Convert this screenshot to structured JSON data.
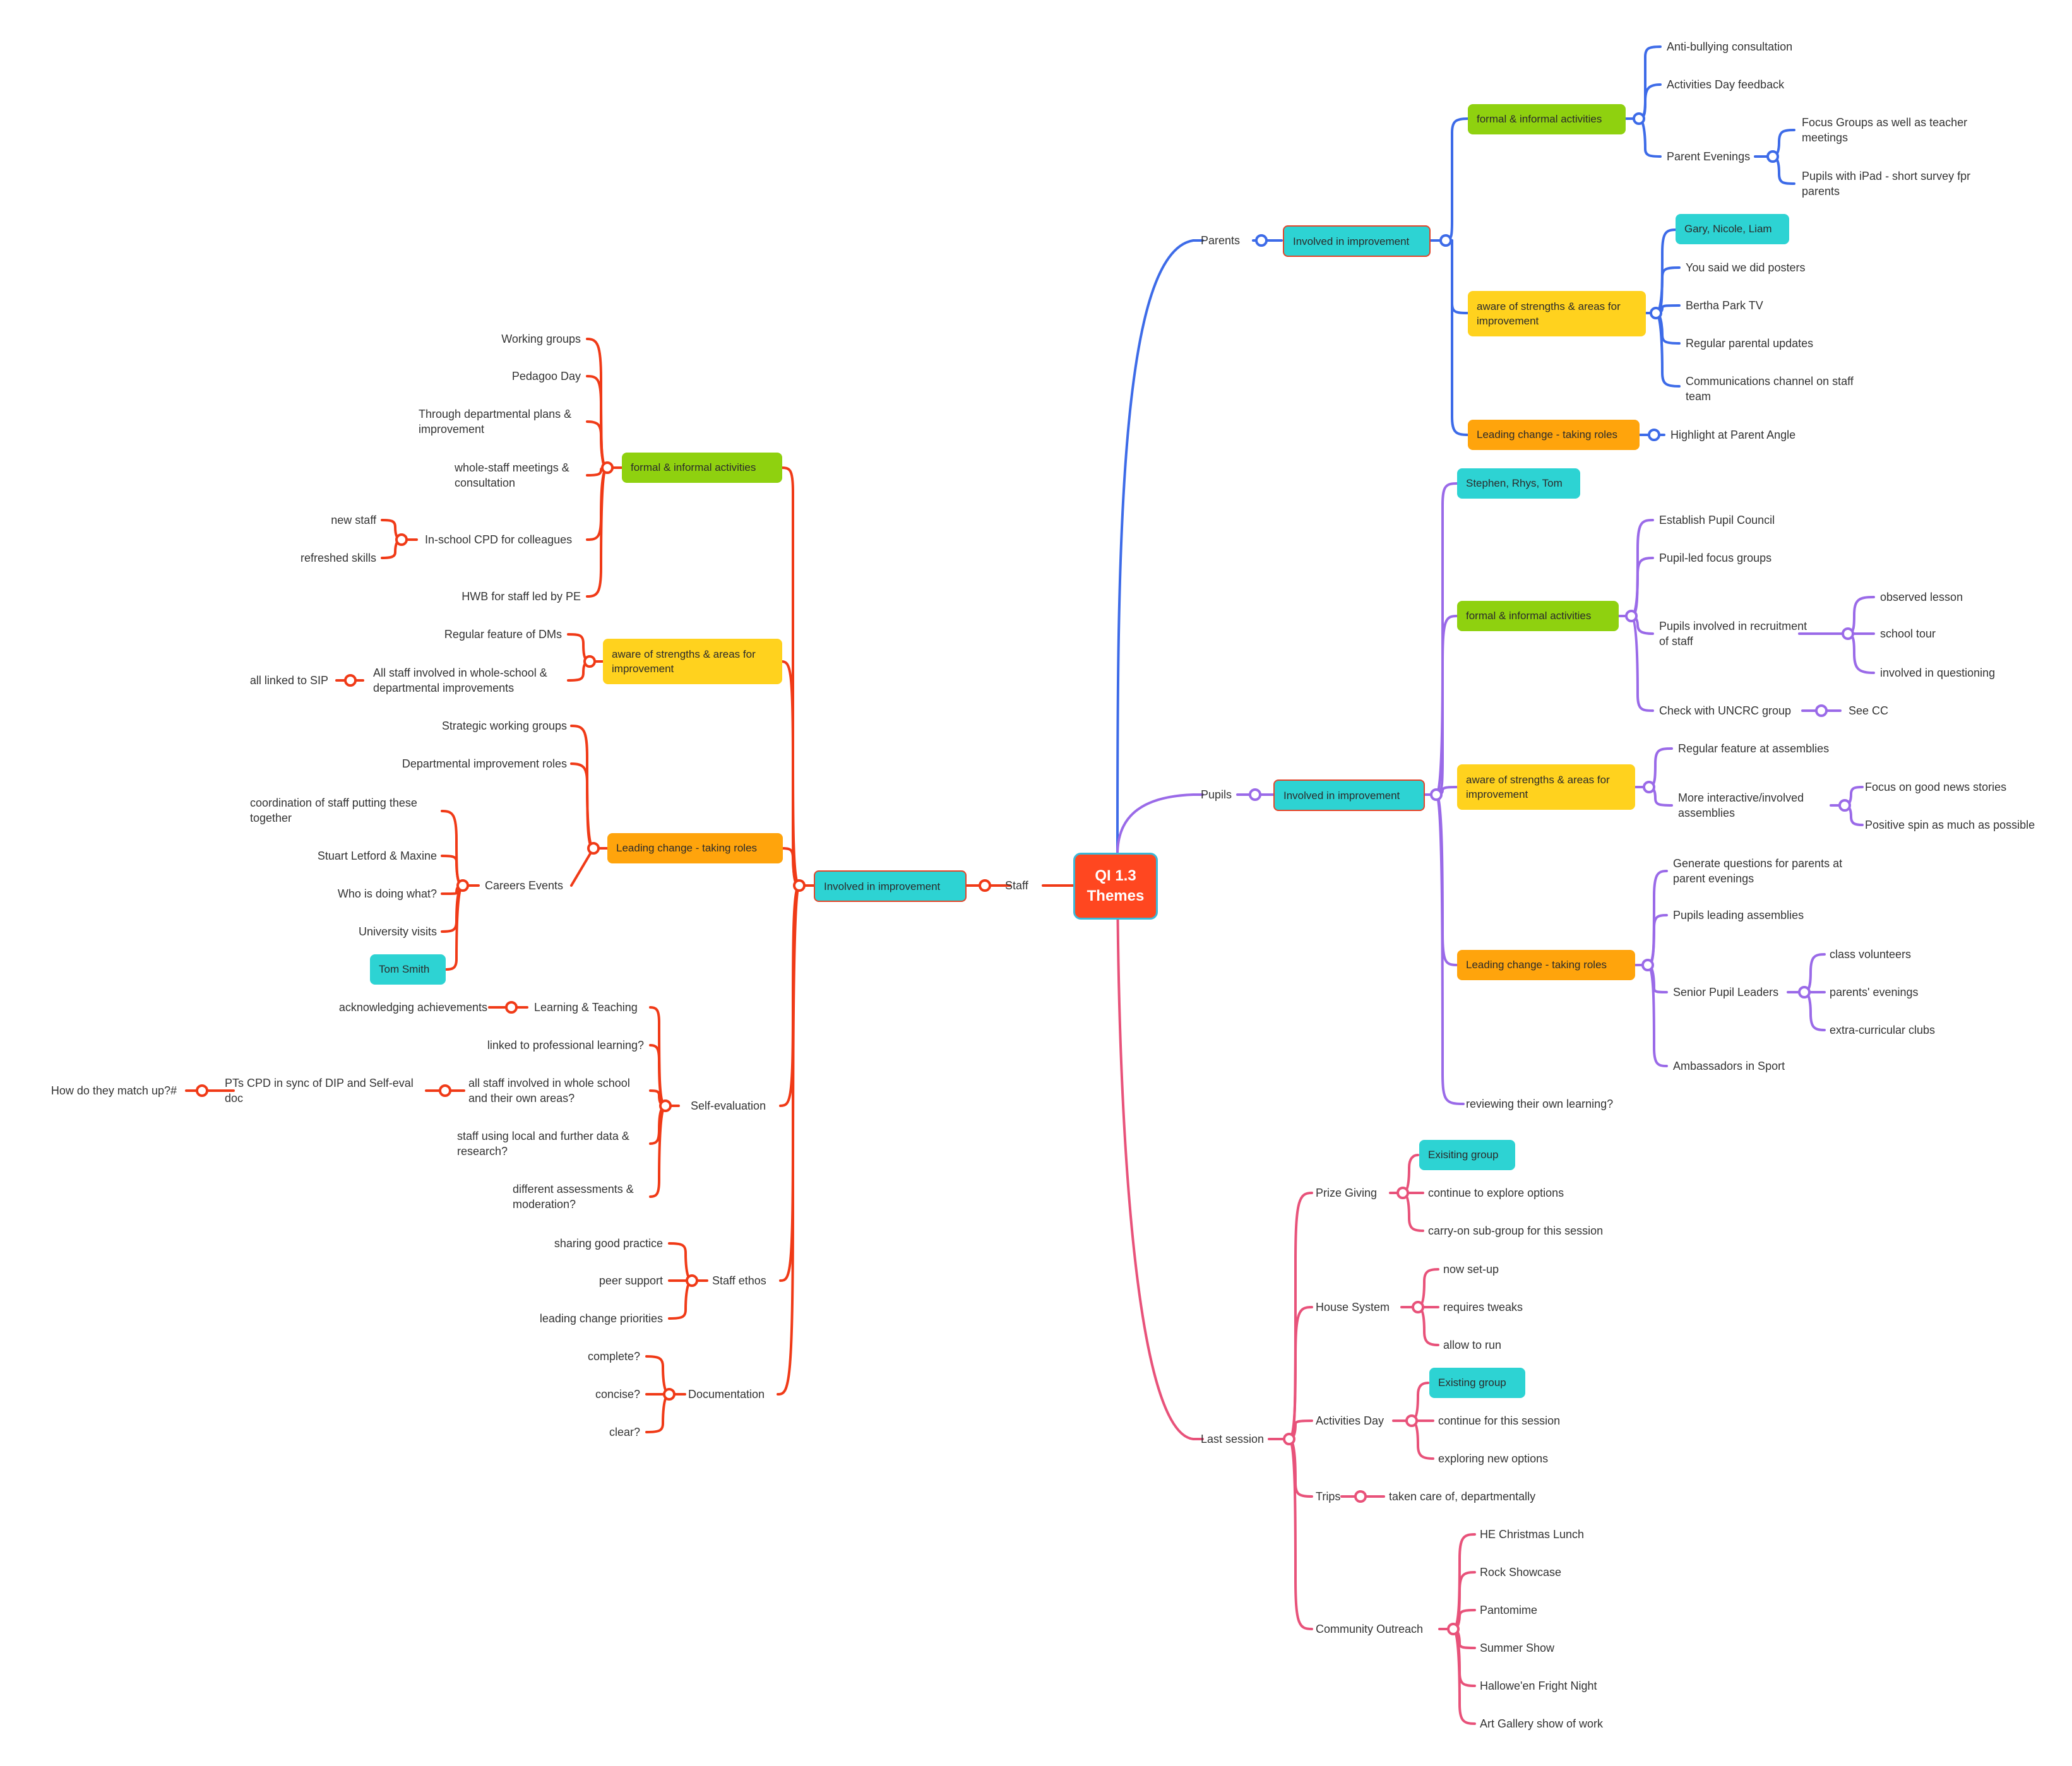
{
  "root": "QI 1.3 Themes",
  "colors": {
    "parents": "#3d6be8",
    "pupils": "#9a6ae8",
    "staff": "#f03a17",
    "last": "#e8527a",
    "teal": "#2dd3d3",
    "green": "#8fd10f",
    "yellow": "#ffd21e",
    "orange": "#ffa40c"
  },
  "parents": {
    "label": "Parents",
    "involved": "Involved in improvement",
    "formal": "formal & informal activities",
    "formal_items": [
      "Anti-bullying consultation",
      "Activities Day feedback",
      "Parent Evenings"
    ],
    "parent_evenings": [
      "Focus Groups as well as teacher meetings",
      "Pupils with iPad - short survey fpr parents"
    ],
    "aware": "aware of strengths & areas for improvement",
    "aware_items": [
      "Gary, Nicole, Liam",
      "You said we did posters",
      "Bertha Park TV",
      "Regular parental updates",
      "Communications channel on staff team"
    ],
    "leading": "Leading change - taking roles",
    "leading_items": [
      "Highlight at Parent Angle"
    ]
  },
  "pupils": {
    "label": "Pupils",
    "involved": "Involved in improvement",
    "names": "Stephen, Rhys, Tom",
    "formal": "formal & informal activities",
    "formal_items": [
      "Establish Pupil Council",
      "Pupil-led focus groups",
      "Pupils involved in recruitment of staff",
      "Check with UNCRC group"
    ],
    "recruitment": [
      "observed lesson",
      "school tour",
      "involved in questioning"
    ],
    "uncrc": "See CC",
    "aware": "aware of strengths & areas for improvement",
    "aware_items": [
      "Regular feature at assemblies",
      "More interactive/involved assemblies"
    ],
    "assemblies": [
      "Focus on good news stories",
      "Positive spin as much as possible"
    ],
    "leading": "Leading change - taking roles",
    "leading_items": [
      "Generate questions for parents at parent evenings",
      "Pupils leading assemblies",
      "Senior Pupil Leaders",
      "Ambassadors in Sport"
    ],
    "senior": [
      "class volunteers",
      "parents' evenings",
      "extra-curricular clubs"
    ],
    "reviewing": "reviewing their own learning?"
  },
  "last": {
    "label": "Last session",
    "prize": "Prize Giving",
    "prize_items": [
      "Exisiting group",
      "continue to explore options",
      "carry-on sub-group for this session"
    ],
    "house": "House System",
    "house_items": [
      "now set-up",
      "requires tweaks",
      "allow to run"
    ],
    "activities": "Activities Day",
    "activities_items": [
      "Existing group",
      "continue for this session",
      "exploring new options"
    ],
    "trips": "Trips",
    "trips_item": "taken care of, departmentally",
    "community": "Community Outreach",
    "community_items": [
      "HE Christmas Lunch",
      "Rock Showcase",
      "Pantomime",
      "Summer Show",
      "Hallowe'en Fright Night",
      "Art Gallery show of work"
    ]
  },
  "staff": {
    "label": "Staff",
    "involved": "Involved in improvement",
    "formal": "formal & informal activities",
    "formal_items": [
      "Working groups",
      "Pedagoo Day",
      "Through departmental plans & improvement",
      "whole-staff meetings & consultation",
      "In-school CPD for colleagues",
      "HWB for staff led by PE"
    ],
    "cpd": [
      "new staff",
      "refreshed skills"
    ],
    "aware": "aware of strengths & areas for improvement",
    "aware_items": [
      "Regular feature of DMs",
      "All staff involved in whole-school & departmental improvements"
    ],
    "sip": "all linked to SIP",
    "leading": "Leading change - taking roles",
    "leading_items": [
      "Strategic working groups",
      "Departmental improvement roles",
      "Careers Events"
    ],
    "careers": [
      "coordination of staff putting these together",
      "Stuart Letford & Maxine",
      "Who is doing what?",
      "University visits",
      "Tom Smith"
    ],
    "selfeval": "Self-evaluation",
    "selfeval_items": [
      "Learning & Teaching",
      "linked to professional learning?",
      "all staff involved in whole school and their own areas?",
      "staff using local and further data & research?",
      "different assessments & moderation?"
    ],
    "achievements": "acknowledging achievements",
    "ptcpd": "PTs CPD in sync of DIP and Self-eval doc",
    "match": "How do they match up?#",
    "ethos": "Staff ethos",
    "ethos_items": [
      "sharing good practice",
      "peer support",
      "leading change priorities"
    ],
    "documentation": "Documentation",
    "doc_items": [
      "complete?",
      "concise?",
      "clear?"
    ]
  }
}
